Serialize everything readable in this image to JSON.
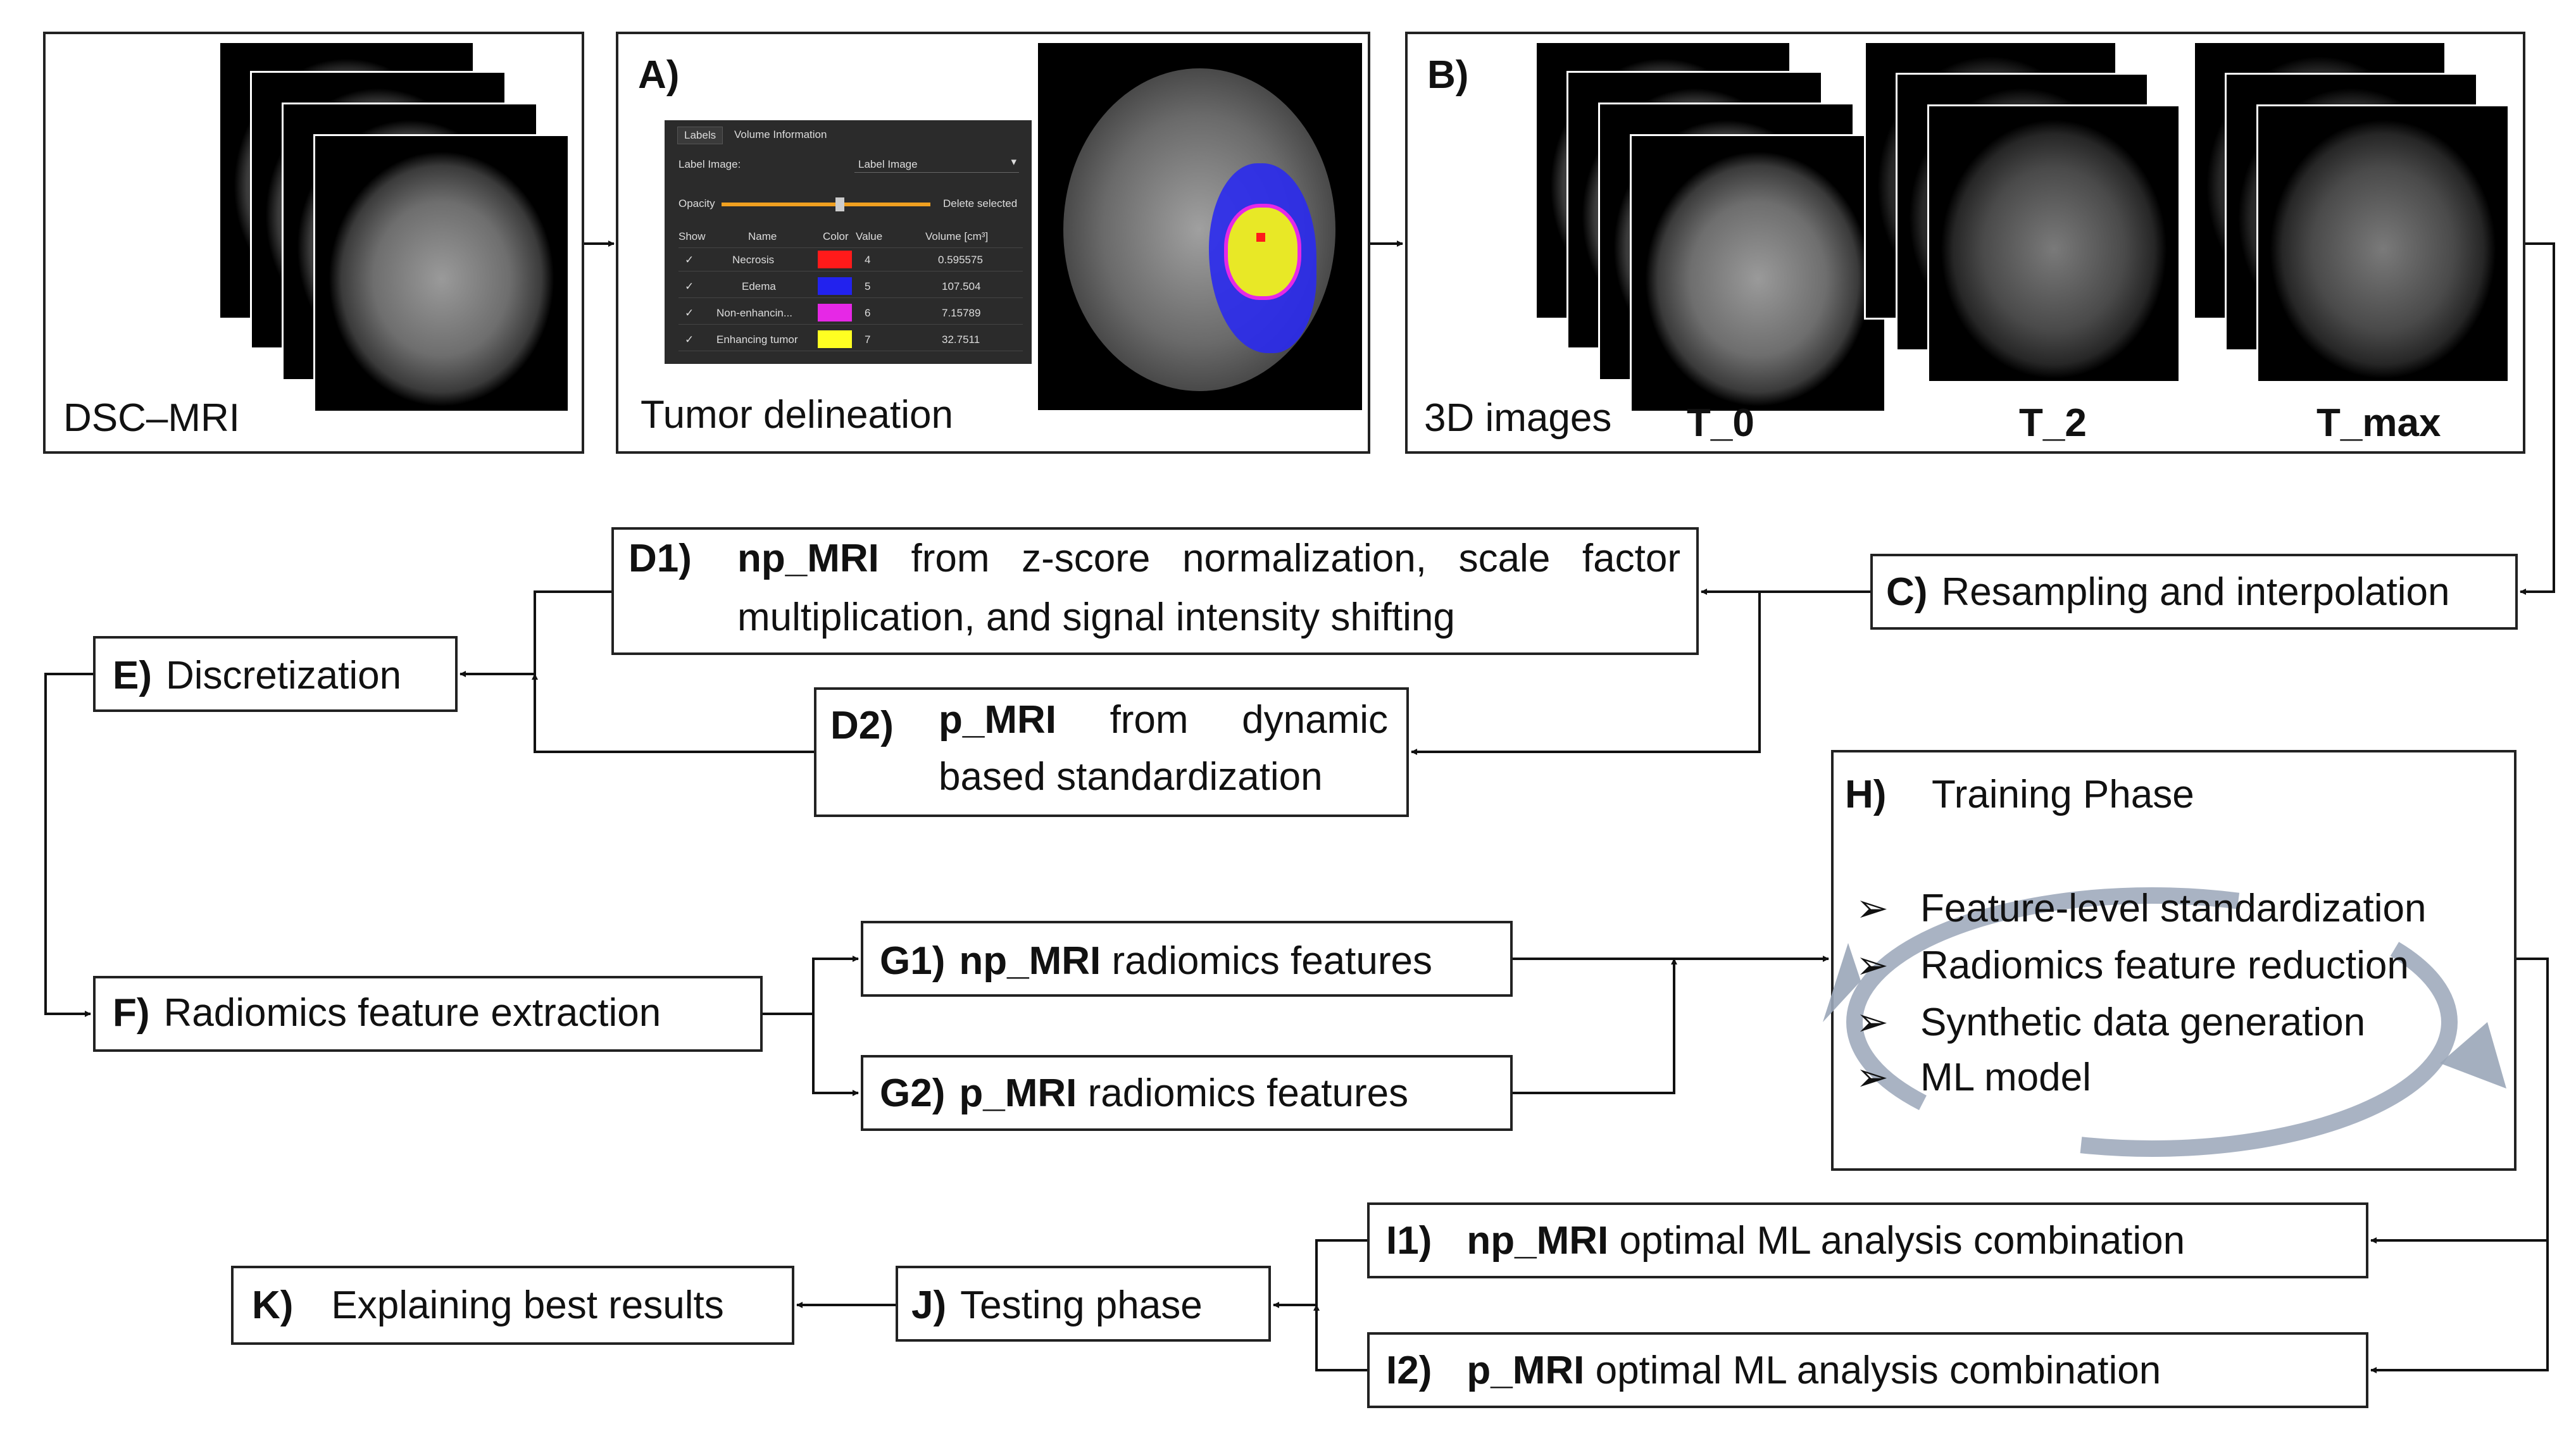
{
  "colors": {
    "necrosis": "#ff1a1a",
    "edema": "#2222ee",
    "non_enhancing": "#e628e6",
    "enhancing": "#ffff22",
    "cycle_arrow": "#9aa6b8"
  },
  "dsc": {
    "label": "DSC–MRI"
  },
  "a": {
    "id": "A)",
    "caption": "Tumor delineation",
    "ui": {
      "tab_labels": "Labels",
      "tab_volume": "Volume Information",
      "label_image_key": "Label Image:",
      "label_image_value": "Label Image",
      "opacity": "Opacity",
      "delete_selected": "Delete selected",
      "headers": [
        "Show",
        "Name",
        "Color",
        "Value",
        "Volume [cm³]"
      ],
      "rows": [
        {
          "show": "✓",
          "name": "Necrosis",
          "value": "4",
          "volume": "0.595575"
        },
        {
          "show": "✓",
          "name": "Edema",
          "value": "5",
          "volume": "107.504"
        },
        {
          "show": "✓",
          "name": "Non-enhancin...",
          "value": "6",
          "volume": "7.15789"
        },
        {
          "show": "✓",
          "name": "Enhancing tumor",
          "value": "7",
          "volume": "32.7511"
        }
      ]
    }
  },
  "b": {
    "id": "B)",
    "caption": "3D images",
    "t0": "T_0",
    "t2": "T_2",
    "tmax": "T_max"
  },
  "c": {
    "id": "C)",
    "text": "Resampling and interpolation"
  },
  "d1": {
    "id": "D1)",
    "bold": "np_MRI",
    "line1_rest": "from z-score normalization, scale factor",
    "line2": "multiplication, and signal intensity shifting"
  },
  "d2": {
    "id": "D2)",
    "bold": "p_MRI",
    "line1_rest": "from dynamic",
    "line2": "based standardization"
  },
  "e": {
    "id": "E)",
    "text": "Discretization"
  },
  "f": {
    "id": "F)",
    "text": "Radiomics feature extraction"
  },
  "g1": {
    "id": "G1)",
    "bold": "np_MRI",
    "text": "radiomics features"
  },
  "g2": {
    "id": "G2)",
    "bold": "p_MRI",
    "text": "radiomics features"
  },
  "h": {
    "id": "H)",
    "title": "Training Phase",
    "items": [
      "Feature-level standardization",
      "Radiomics feature reduction",
      "Synthetic data generation",
      "ML model"
    ],
    "bullet": "➢"
  },
  "i1": {
    "id": "I1)",
    "bold": "np_MRI",
    "text": "optimal ML analysis combination"
  },
  "i2": {
    "id": "I2)",
    "bold": "p_MRI",
    "text": "optimal ML analysis combination"
  },
  "j": {
    "id": "J)",
    "text": "Testing phase"
  },
  "k": {
    "id": "K)",
    "text": "Explaining best results"
  }
}
